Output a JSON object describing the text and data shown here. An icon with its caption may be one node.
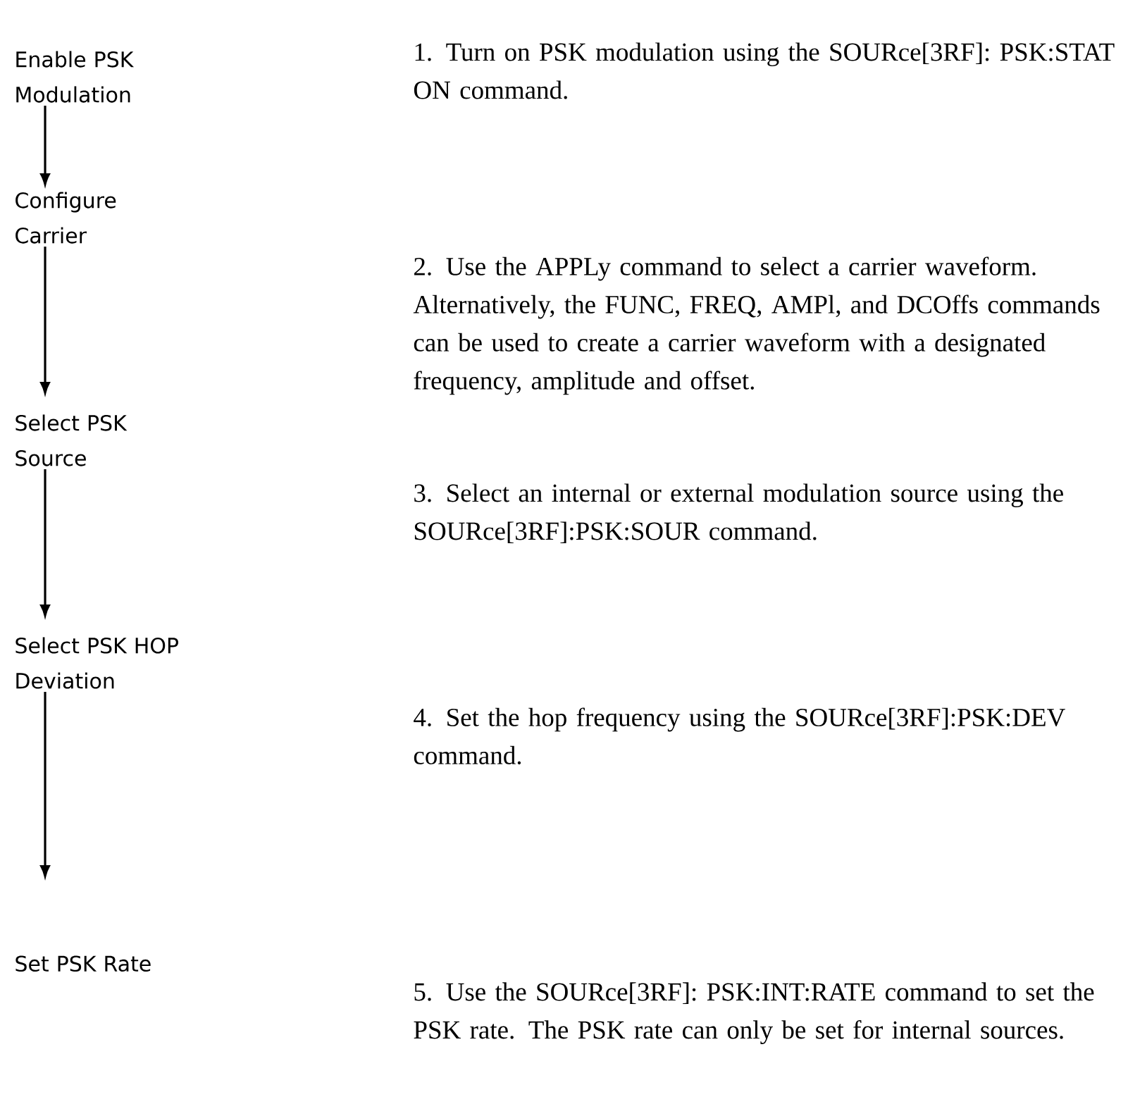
{
  "diagram": {
    "nodes": [
      {
        "text": [
          "Enable PSK Modulation"
        ]
      },
      {
        "text": [
          "Configure Carrier"
        ]
      },
      {
        "text": [
          "Select PSK Source"
        ]
      },
      {
        "text": [
          "Select PSK HOP Deviation"
        ]
      },
      {
        "text": [
          "Set PSK Rate"
        ]
      }
    ],
    "edges": [
      {
        "from": 0,
        "to": 1,
        "arrow": "to"
      },
      {
        "from": 1,
        "to": 2,
        "arrow": "to"
      },
      {
        "from": 2,
        "to": 3,
        "arrow": "to"
      },
      {
        "from": 3,
        "to": 4,
        "arrow": "to"
      }
    ],
    "labels": [
      "1. Turn on PSK modulation using the SOURce[3RF]: PSK:STAT ON command.",
      "2. Use the APPLy command to select a carrier waveform. Alternatively, the FUNC, FREQ, AMPl, and DCOffs commands can be used to create a carrier waveform with a designated frequency, amplitude and offset.",
      "3. Select an internal or external modulation source using the SOURce[3RF]:PSK:SOUR command.",
      "4. Set the hop frequency using the SOURce[3RF]:PSK:DEV command.",
      "5. Use the SOURce[3RF]: PSK:INT:RATE command to set the PSK rate. The PSK rate can only be set for internal sources."
    ]
  }
}
